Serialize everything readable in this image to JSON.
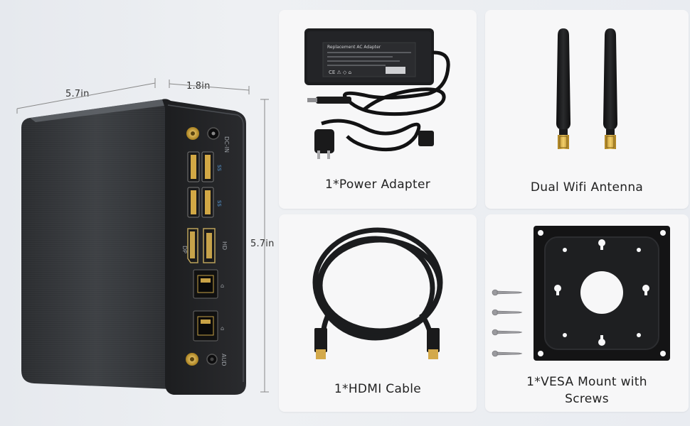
{
  "dimensions": {
    "width_label": "5.7in",
    "depth_label": "1.8in",
    "height_label": "5.7in"
  },
  "ports": {
    "dc_in": "DC-IN",
    "dp": "DP",
    "hd": "HD",
    "aud": "AUD",
    "usb_mark_1": "SS",
    "usb_mark_2": "SS"
  },
  "adapter_sticker": {
    "title": "Replacement AC Adapter"
  },
  "items": [
    {
      "label": "1*Power Adapter"
    },
    {
      "label": "Dual Wifi Antenna"
    },
    {
      "label": "1*HDMI Cable"
    },
    {
      "label_line1": "1*VESA Mount with",
      "label_line2": "Screws"
    }
  ]
}
